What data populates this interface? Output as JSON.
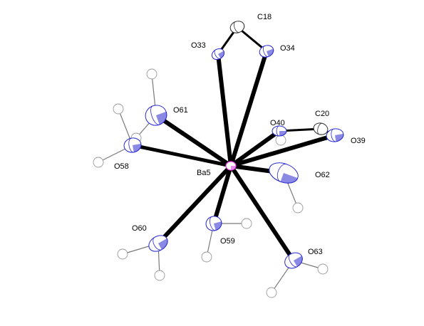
{
  "colors": {
    "oxygen": "#2a2ad0",
    "carbon": "#333333",
    "barium": "#e040e0",
    "hydrogen": "#9a9a9a",
    "bond": "#000000"
  },
  "atoms": {
    "C18": "C18",
    "O33": "O33",
    "O34": "O34",
    "O61": "O61",
    "O40": "O40",
    "C20": "C20",
    "O39": "O39",
    "O58": "O58",
    "Ba5": "Ba5",
    "O62": "O62",
    "O60": "O60",
    "O59": "O59",
    "O63": "O63"
  }
}
